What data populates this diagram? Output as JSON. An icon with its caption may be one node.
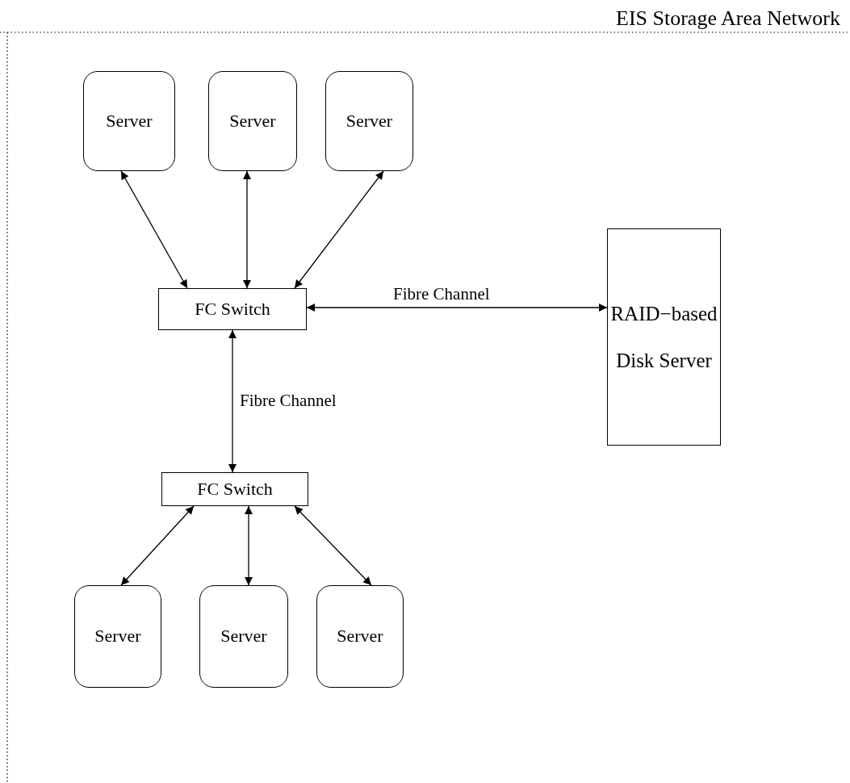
{
  "diagram": {
    "title": "EIS Storage Area Network",
    "nodes": [
      {
        "text": [
          "Server"
        ]
      },
      {
        "text": [
          "Server"
        ]
      },
      {
        "text": [
          "Server"
        ]
      },
      {
        "text": [
          "FC Switch"
        ]
      },
      {
        "text": [
          "RAID−based Disk Server"
        ]
      },
      {
        "text": [
          "FC Switch"
        ]
      },
      {
        "text": [
          "Server"
        ]
      },
      {
        "text": [
          "Server"
        ]
      },
      {
        "text": [
          "Server"
        ]
      }
    ],
    "edges": [
      {
        "from": 0,
        "to": 3,
        "arrow": "both"
      },
      {
        "from": 1,
        "to": 3,
        "arrow": "both"
      },
      {
        "from": 2,
        "to": 3,
        "arrow": "both"
      },
      {
        "from": 3,
        "to": 4,
        "arrow": "both",
        "label": "Fibre Channel"
      },
      {
        "from": 3,
        "to": 5,
        "arrow": "both",
        "label": "Fibre Channel"
      },
      {
        "from": 5,
        "to": 6,
        "arrow": "both"
      },
      {
        "from": 5,
        "to": 7,
        "arrow": "both"
      },
      {
        "from": 5,
        "to": 8,
        "arrow": "both"
      }
    ]
  }
}
